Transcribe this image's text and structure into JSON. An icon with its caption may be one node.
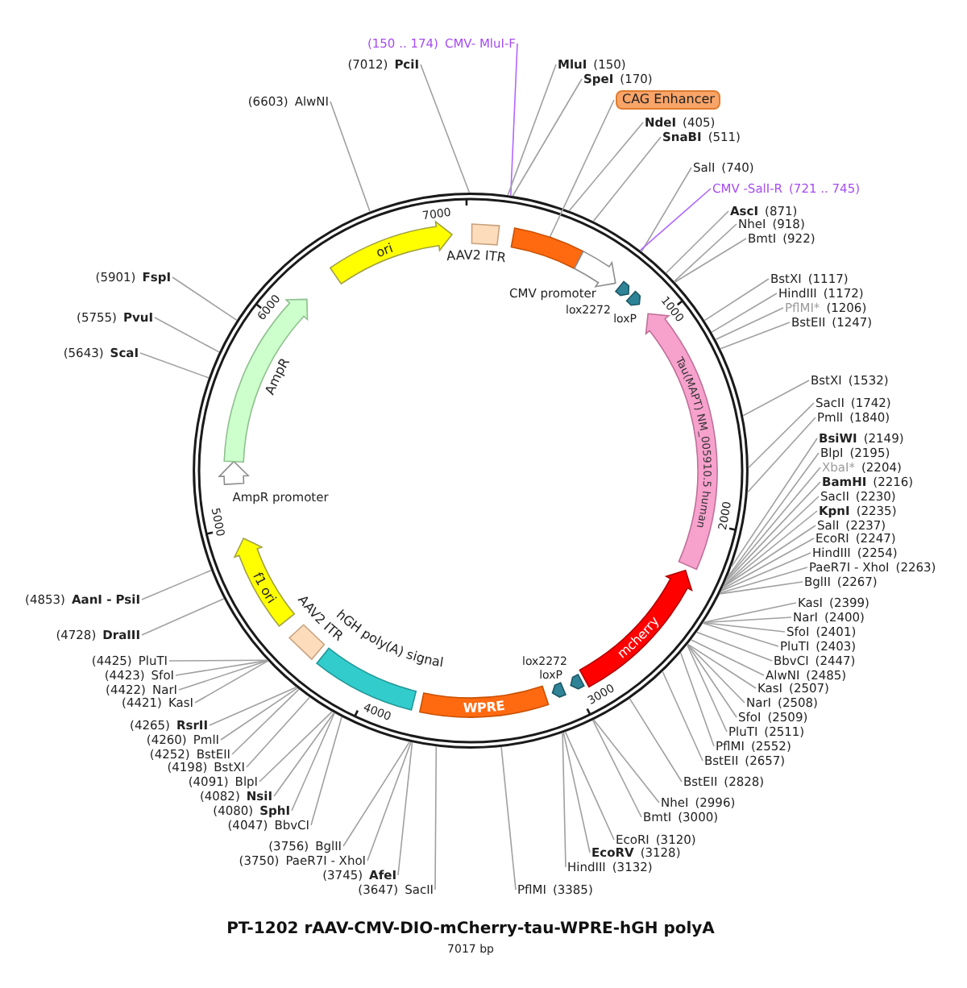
{
  "diagram": {
    "title": "PT-1202 rAAV-CMV-DIO-mCherry-tau-WPRE-hGH polyA",
    "caption": "7017 bp",
    "nodes": [
      {
        "text": [
          "(150 .. 174)",
          "CMV- MluI-F"
        ]
      },
      {
        "text": [
          "MluI",
          "(150)"
        ]
      },
      {
        "text": [
          "SpeI",
          "(170)"
        ]
      },
      {
        "text": [
          "CAG Enhancer"
        ]
      },
      {
        "text": [
          "NdeI",
          "(405)"
        ]
      },
      {
        "text": [
          "SnaBI",
          "(511)"
        ]
      },
      {
        "text": [
          "SalI",
          "(740)"
        ]
      },
      {
        "text": [
          "CMV -SalI-R",
          "(721 .. 745)"
        ]
      },
      {
        "text": [
          "AscI",
          "(871)"
        ]
      },
      {
        "text": [
          "NheI",
          "(918)"
        ]
      },
      {
        "text": [
          "BmtI",
          "(922)"
        ]
      },
      {
        "text": [
          "BstXI",
          "(1117)"
        ]
      },
      {
        "text": [
          "HindIII",
          "(1172)"
        ]
      },
      {
        "text": [
          "PflMI*",
          "(1206)"
        ]
      },
      {
        "text": [
          "BstEII",
          "(1247)"
        ]
      },
      {
        "text": [
          "BstXI",
          "(1532)"
        ]
      },
      {
        "text": [
          "SacII",
          "(1742)"
        ]
      },
      {
        "text": [
          "PmlI",
          "(1840)"
        ]
      },
      {
        "text": [
          "BsiWI",
          "(2149)"
        ]
      },
      {
        "text": [
          "BlpI",
          "(2195)"
        ]
      },
      {
        "text": [
          "XbaI*",
          "(2204)"
        ]
      },
      {
        "text": [
          "BamHI",
          "(2216)"
        ]
      },
      {
        "text": [
          "SacII",
          "(2230)"
        ]
      },
      {
        "text": [
          "KpnI",
          "(2235)"
        ]
      },
      {
        "text": [
          "SalI",
          "(2237)"
        ]
      },
      {
        "text": [
          "EcoRI",
          "(2247)"
        ]
      },
      {
        "text": [
          "HindIII",
          "(2254)"
        ]
      },
      {
        "text": [
          "PaeR7I - XhoI",
          "(2263)"
        ]
      },
      {
        "text": [
          "BglII",
          "(2267)"
        ]
      },
      {
        "text": [
          "KasI",
          "(2399)"
        ]
      },
      {
        "text": [
          "NarI",
          "(2400)"
        ]
      },
      {
        "text": [
          "SfoI",
          "(2401)"
        ]
      },
      {
        "text": [
          "PluTI",
          "(2403)"
        ]
      },
      {
        "text": [
          "BbvCI",
          "(2447)"
        ]
      },
      {
        "text": [
          "AlwNI",
          "(2485)"
        ]
      },
      {
        "text": [
          "KasI",
          "(2507)"
        ]
      },
      {
        "text": [
          "NarI",
          "(2508)"
        ]
      },
      {
        "text": [
          "SfoI",
          "(2509)"
        ]
      },
      {
        "text": [
          "PluTI",
          "(2511)"
        ]
      },
      {
        "text": [
          "PflMI",
          "(2552)"
        ]
      },
      {
        "text": [
          "BstEII",
          "(2657)"
        ]
      },
      {
        "text": [
          "BstEII",
          "(2828)"
        ]
      },
      {
        "text": [
          "NheI",
          "(2996)"
        ]
      },
      {
        "text": [
          "BmtI",
          "(3000)"
        ]
      },
      {
        "text": [
          "EcoRI",
          "(3120)"
        ]
      },
      {
        "text": [
          "EcoRV",
          "(3128)"
        ]
      },
      {
        "text": [
          "HindIII",
          "(3132)"
        ]
      },
      {
        "text": [
          "PflMI",
          "(3385)"
        ]
      },
      {
        "text": [
          "(3647)",
          "SacII"
        ]
      },
      {
        "text": [
          "(3745)",
          "AfeI"
        ]
      },
      {
        "text": [
          "(3750)",
          "PaeR7I - XhoI"
        ]
      },
      {
        "text": [
          "(3756)",
          "BglII"
        ]
      },
      {
        "text": [
          "(4047)",
          "BbvCI"
        ]
      },
      {
        "text": [
          "(4080)",
          "SphI"
        ]
      },
      {
        "text": [
          "(4082)",
          "NsiI"
        ]
      },
      {
        "text": [
          "(4091)",
          "BlpI"
        ]
      },
      {
        "text": [
          "(4198)",
          "BstXI"
        ]
      },
      {
        "text": [
          "(4252)",
          "BstEII"
        ]
      },
      {
        "text": [
          "(4260)",
          "PmlI"
        ]
      },
      {
        "text": [
          "(4265)",
          "RsrII"
        ]
      },
      {
        "text": [
          "(4421)",
          "KasI"
        ]
      },
      {
        "text": [
          "(4422)",
          "NarI"
        ]
      },
      {
        "text": [
          "(4423)",
          "SfoI"
        ]
      },
      {
        "text": [
          "(4425)",
          "PluTI"
        ]
      },
      {
        "text": [
          "(4728)",
          "DraIII"
        ]
      },
      {
        "text": [
          "(4853)",
          "AanI - PsiI"
        ]
      },
      {
        "text": [
          "(5643)",
          "ScaI"
        ]
      },
      {
        "text": [
          "(5755)",
          "PvuI"
        ]
      },
      {
        "text": [
          "(5901)",
          "FspI"
        ]
      },
      {
        "text": [
          "(6603)",
          "AlwNI"
        ]
      },
      {
        "text": [
          "(7012)",
          "PciI"
        ]
      },
      {
        "text": [],
        "shape": "box",
        "beside": [
          "AAV2 ITR"
        ]
      },
      {
        "text": [],
        "shape": "bar"
      },
      {
        "text": [],
        "shape": "arrow",
        "beside": [
          "CMV promoter"
        ]
      },
      {
        "text": [],
        "shape": "arrow",
        "beside": [
          "lox2272"
        ]
      },
      {
        "text": [],
        "shape": "arrow",
        "beside": [
          "loxP"
        ]
      },
      {
        "text": [
          "Tau(MAPT) NM_005910.5 human"
        ]
      },
      {
        "text": [
          "mcherry"
        ]
      },
      {
        "text": [],
        "shape": "arrow",
        "beside": [
          "lox2272"
        ]
      },
      {
        "text": [],
        "shape": "arrow",
        "beside": [
          "loxP"
        ]
      },
      {
        "text": [
          "WPRE"
        ]
      },
      {
        "text": [],
        "shape": "bar",
        "beside": [
          "hGH poly(A) signal"
        ]
      },
      {
        "text": [],
        "shape": "box",
        "beside": [
          "AAV2 ITR"
        ]
      },
      {
        "text": [
          "f1 ori"
        ]
      },
      {
        "text": [],
        "shape": "arrow",
        "beside": [
          "AmpR promoter"
        ]
      },
      {
        "text": [],
        "shape": "arrow",
        "beside": [
          "AmpR"
        ]
      },
      {
        "text": [
          "ori"
        ]
      }
    ],
    "edges": [
      {
        "from": 0,
        "to": null,
        "arrow": "none",
        "color": "#b266ff"
      },
      {
        "from": 1,
        "to": null,
        "arrow": "none"
      },
      {
        "from": 2,
        "to": null,
        "arrow": "none"
      },
      {
        "from": 3,
        "to": 72,
        "arrow": "none"
      },
      {
        "from": 4,
        "to": null,
        "arrow": "none"
      },
      {
        "from": 5,
        "to": null,
        "arrow": "none"
      },
      {
        "from": 6,
        "to": null,
        "arrow": "none"
      },
      {
        "from": 7,
        "to": null,
        "arrow": "none",
        "color": "#b266ff"
      },
      {
        "from": 8,
        "to": null,
        "arrow": "none"
      },
      {
        "from": 9,
        "to": null,
        "arrow": "none"
      },
      {
        "from": 10,
        "to": null,
        "arrow": "none"
      },
      {
        "from": 11,
        "to": null,
        "arrow": "none"
      },
      {
        "from": 12,
        "to": null,
        "arrow": "none"
      },
      {
        "from": 13,
        "to": null,
        "arrow": "none"
      },
      {
        "from": 14,
        "to": null,
        "arrow": "none"
      },
      {
        "from": 15,
        "to": null,
        "arrow": "none"
      },
      {
        "from": 16,
        "to": null,
        "arrow": "none"
      },
      {
        "from": 17,
        "to": null,
        "arrow": "none"
      },
      {
        "from": 18,
        "to": null,
        "arrow": "none"
      },
      {
        "from": 19,
        "to": null,
        "arrow": "none"
      },
      {
        "from": 20,
        "to": null,
        "arrow": "none"
      },
      {
        "from": 21,
        "to": null,
        "arrow": "none"
      },
      {
        "from": 22,
        "to": null,
        "arrow": "none"
      },
      {
        "from": 23,
        "to": null,
        "arrow": "none"
      },
      {
        "from": 24,
        "to": null,
        "arrow": "none"
      },
      {
        "from": 25,
        "to": null,
        "arrow": "none"
      },
      {
        "from": 26,
        "to": null,
        "arrow": "none"
      },
      {
        "from": 27,
        "to": null,
        "arrow": "none"
      },
      {
        "from": 28,
        "to": null,
        "arrow": "none"
      },
      {
        "from": 29,
        "to": null,
        "arrow": "none"
      },
      {
        "from": 30,
        "to": null,
        "arrow": "none"
      },
      {
        "from": 31,
        "to": null,
        "arrow": "none"
      },
      {
        "from": 32,
        "to": null,
        "arrow": "none"
      },
      {
        "from": 33,
        "to": null,
        "arrow": "none"
      },
      {
        "from": 34,
        "to": null,
        "arrow": "none"
      },
      {
        "from": 35,
        "to": null,
        "arrow": "none"
      },
      {
        "from": 36,
        "to": null,
        "arrow": "none"
      },
      {
        "from": 37,
        "to": null,
        "arrow": "none"
      },
      {
        "from": 38,
        "to": null,
        "arrow": "none"
      },
      {
        "from": 39,
        "to": null,
        "arrow": "none"
      },
      {
        "from": 40,
        "to": null,
        "arrow": "none"
      },
      {
        "from": 41,
        "to": null,
        "arrow": "none"
      },
      {
        "from": 42,
        "to": null,
        "arrow": "none"
      },
      {
        "from": 43,
        "to": null,
        "arrow": "none"
      },
      {
        "from": 44,
        "to": null,
        "arrow": "none"
      },
      {
        "from": 45,
        "to": null,
        "arrow": "none"
      },
      {
        "from": 46,
        "to": null,
        "arrow": "none"
      },
      {
        "from": 47,
        "to": null,
        "arrow": "none"
      },
      {
        "from": 48,
        "to": null,
        "arrow": "none"
      },
      {
        "from": 49,
        "to": null,
        "arrow": "none"
      },
      {
        "from": 50,
        "to": null,
        "arrow": "none"
      },
      {
        "from": 51,
        "to": null,
        "arrow": "none"
      },
      {
        "from": 52,
        "to": null,
        "arrow": "none"
      },
      {
        "from": 53,
        "to": null,
        "arrow": "none"
      },
      {
        "from": 54,
        "to": null,
        "arrow": "none"
      },
      {
        "from": 55,
        "to": null,
        "arrow": "none"
      },
      {
        "from": 56,
        "to": null,
        "arrow": "none"
      },
      {
        "from": 57,
        "to": null,
        "arrow": "none"
      },
      {
        "from": 58,
        "to": null,
        "arrow": "none"
      },
      {
        "from": 59,
        "to": null,
        "arrow": "none"
      },
      {
        "from": 60,
        "to": null,
        "arrow": "none"
      },
      {
        "from": 61,
        "to": null,
        "arrow": "none"
      },
      {
        "from": 62,
        "to": null,
        "arrow": "none"
      },
      {
        "from": 63,
        "to": null,
        "arrow": "none"
      },
      {
        "from": 64,
        "to": null,
        "arrow": "none"
      },
      {
        "from": 65,
        "to": null,
        "arrow": "none"
      },
      {
        "from": 66,
        "to": null,
        "arrow": "none"
      },
      {
        "from": 67,
        "to": null,
        "arrow": "none"
      },
      {
        "from": 68,
        "to": null,
        "arrow": "none"
      },
      {
        "from": 69,
        "to": null,
        "arrow": "none"
      },
      {
        "from": 70,
        "to": null,
        "arrow": "none"
      }
    ],
    "labels": [
      "7000",
      "1000",
      "6000",
      "2000",
      "5000",
      "3000",
      "4000"
    ]
  }
}
